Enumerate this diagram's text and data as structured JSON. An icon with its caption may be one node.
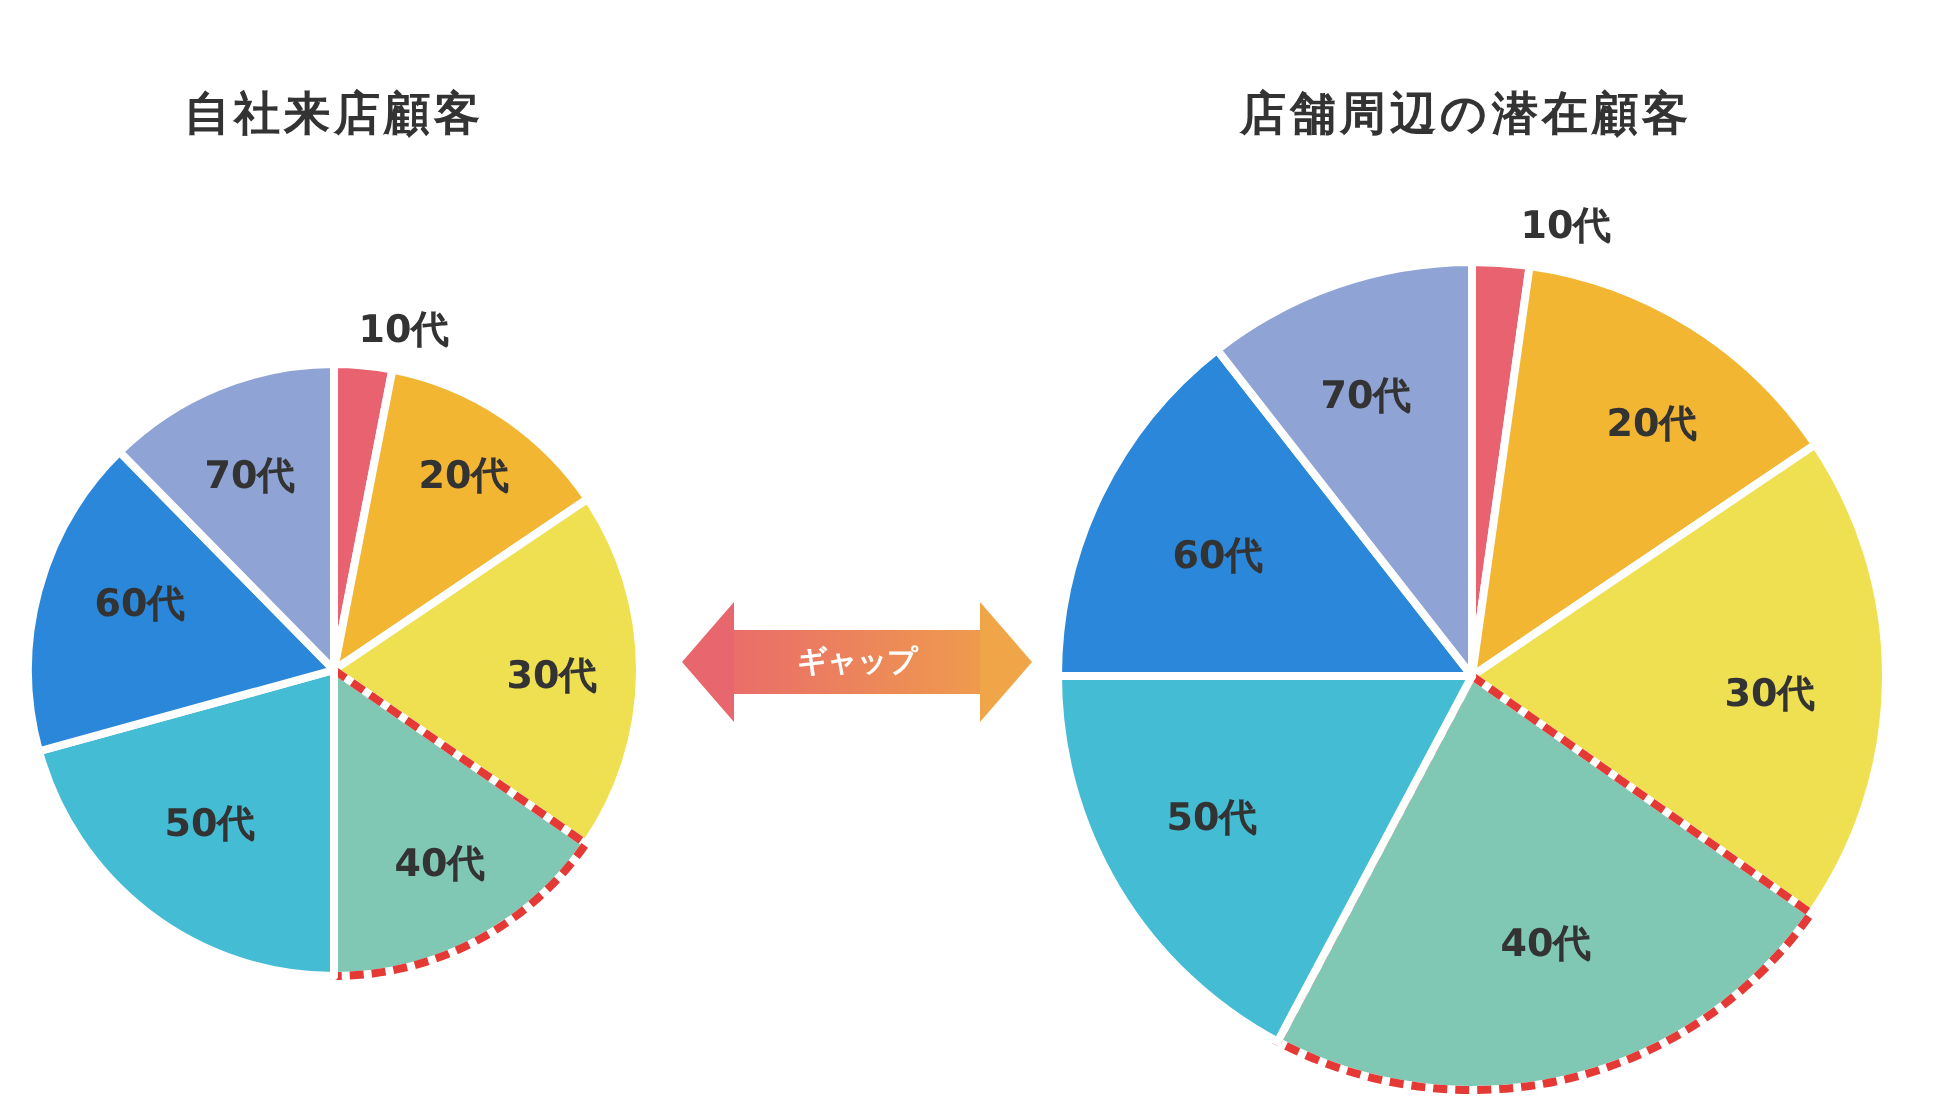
{
  "diagram": {
    "nodes": [
      {
        "text": [
          "自社来店顧客"
        ]
      },
      {
        "text": [
          "店舗周辺の潜在顧客"
        ]
      }
    ],
    "edges": [
      {
        "from": 0,
        "to": 1,
        "arrow": "both",
        "label": "ギャップ"
      }
    ],
    "labels": [
      "10代",
      "20代",
      "30代",
      "40代",
      "50代",
      "60代",
      "70代",
      "10代",
      "20代",
      "30代",
      "40代",
      "50代",
      "60代",
      "70代"
    ]
  }
}
